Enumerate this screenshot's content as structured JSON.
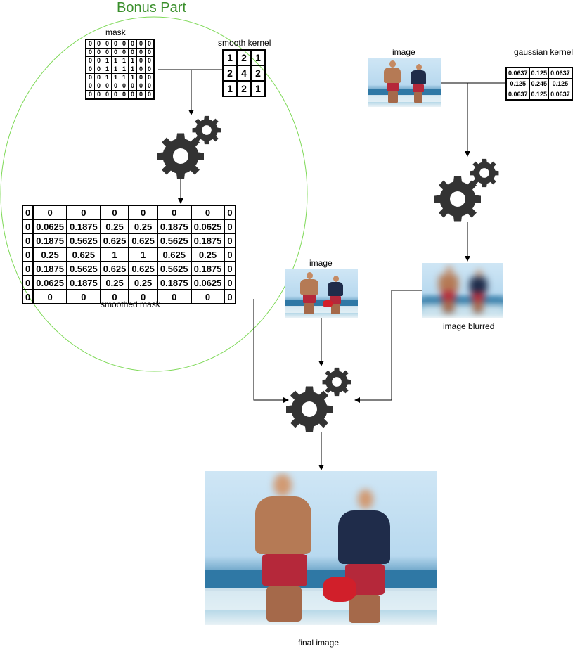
{
  "bonus": {
    "title": "Bonus Part",
    "circle_color": "#7ed957"
  },
  "labels": {
    "mask": "mask",
    "smooth_kernel": "smooth kernel",
    "smoothed_mask": "smoothed mask",
    "image_top": "image",
    "gaussian_kernel": "gaussian kernel",
    "image_middle": "image",
    "image_blurred": "image blurred",
    "final_image": "final image"
  },
  "mask_matrix": [
    [
      "0",
      "0",
      "0",
      "0",
      "0",
      "0",
      "0",
      "0"
    ],
    [
      "0",
      "0",
      "0",
      "0",
      "0",
      "0",
      "0",
      "0"
    ],
    [
      "0",
      "0",
      "1",
      "1",
      "1",
      "1",
      "0",
      "0"
    ],
    [
      "0",
      "0",
      "1",
      "1",
      "1",
      "1",
      "0",
      "0"
    ],
    [
      "0",
      "0",
      "1",
      "1",
      "1",
      "1",
      "0",
      "0"
    ],
    [
      "0",
      "0",
      "0",
      "0",
      "0",
      "0",
      "0",
      "0"
    ],
    [
      "0",
      "0",
      "0",
      "0",
      "0",
      "0",
      "0",
      "0"
    ]
  ],
  "smooth_kernel_matrix": [
    [
      "1",
      "2",
      "1"
    ],
    [
      "2",
      "4",
      "2"
    ],
    [
      "1",
      "2",
      "1"
    ]
  ],
  "gaussian_kernel_matrix": [
    [
      "0.0637",
      "0.125",
      "0.0637"
    ],
    [
      "0.125",
      "0.245",
      "0.125"
    ],
    [
      "0.0637",
      "0.125",
      "0.0637"
    ]
  ],
  "smoothed_mask_matrix": [
    [
      "0",
      "0",
      "0",
      "0",
      "0",
      "0",
      "0",
      "0"
    ],
    [
      "0",
      "0.0625",
      "0.1875",
      "0.25",
      "0.25",
      "0.1875",
      "0.0625",
      "0"
    ],
    [
      "0",
      "0.1875",
      "0.5625",
      "0.625",
      "0.625",
      "0.5625",
      "0.1875",
      "0"
    ],
    [
      "0",
      "0.25",
      "0.625",
      "1",
      "1",
      "0.625",
      "0.25",
      "0"
    ],
    [
      "0",
      "0.1875",
      "0.5625",
      "0.625",
      "0.625",
      "0.5625",
      "0.1875",
      "0"
    ],
    [
      "0",
      "0.0625",
      "0.1875",
      "0.25",
      "0.25",
      "0.1875",
      "0.0625",
      "0"
    ],
    [
      "0",
      "0",
      "0",
      "0",
      "0",
      "0",
      "0",
      "0"
    ]
  ],
  "icons": {
    "gear_1": "gear-icon",
    "gear_2": "gear-icon",
    "gear_3": "gear-icon"
  },
  "colors": {
    "gear": "#333333",
    "arrow": "#000000"
  }
}
